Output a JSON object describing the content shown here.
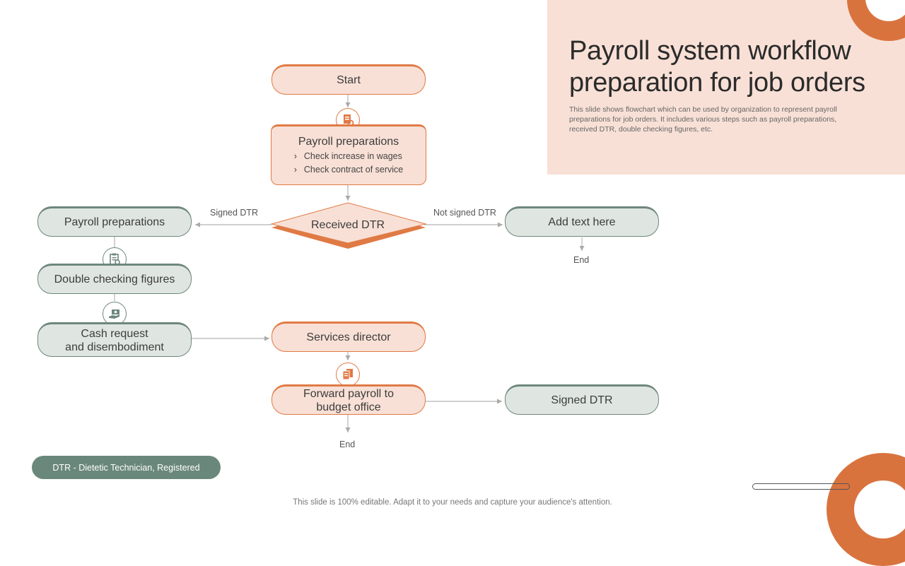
{
  "header": {
    "title": "Payroll system workflow preparation for job orders",
    "subtitle": "This slide shows flowchart which can be used by organization to represent payroll preparations for job orders. It includes various steps such as payroll preparations, received DTR,  double checking figures, etc."
  },
  "nodes": {
    "start": "Start",
    "payroll_center": {
      "title": "Payroll preparations",
      "items": [
        "Check increase in wages",
        "Check contract of service"
      ]
    },
    "received_dtr": "Received DTR",
    "payroll_left": "Payroll preparations",
    "double_checking": "Double checking figures",
    "cash_request_line1": "Cash request",
    "cash_request_line2": "and disembodiment",
    "add_text": "Add text here",
    "services_director": "Services director",
    "forward_line1": "Forward payroll to",
    "forward_line2": "budget office",
    "signed_dtr_node": "Signed DTR"
  },
  "edges": {
    "signed_label": "Signed DTR",
    "not_signed_label": "Not signed DTR",
    "end_right": "End",
    "end_bottom": "End"
  },
  "legend": "DTR  - Dietetic Technician,  Registered",
  "footer": "This slide is 100% editable. Adapt it to your needs and capture your audience's attention.",
  "colors": {
    "accent_orange": "#e07a45",
    "fill_orange": "#f8e0d6",
    "accent_green": "#6e877c",
    "fill_green": "#dfe6e2"
  },
  "icons": [
    "payroll-document-icon",
    "clipboard-check-icon",
    "cash-hand-icon",
    "forward-documents-icon"
  ]
}
